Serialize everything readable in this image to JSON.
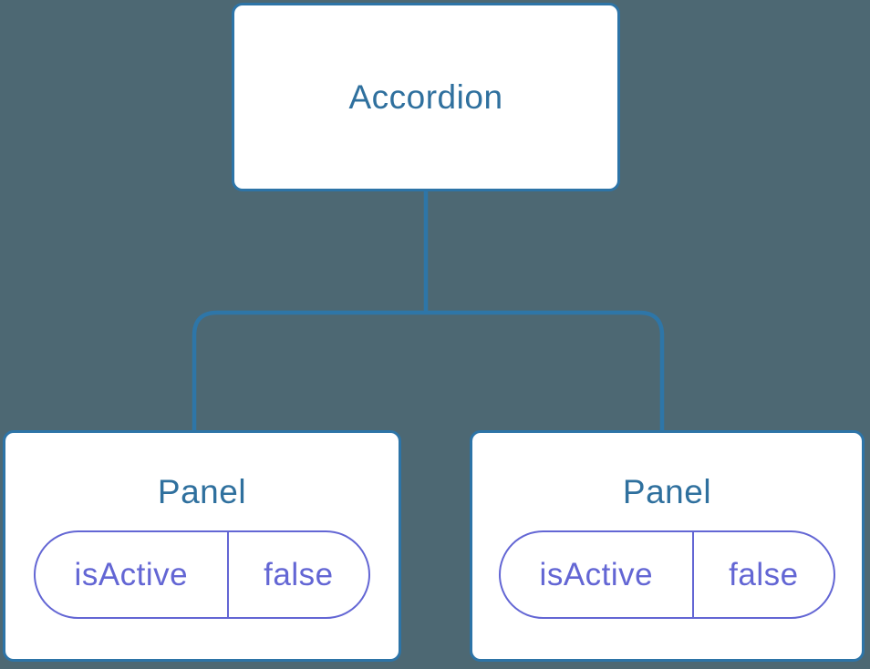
{
  "colors": {
    "background": "#4d6873",
    "connector": "#2e76a8",
    "node-fill": "#ffffff",
    "node-border": "#2d74a7",
    "node-text": "#2f709e",
    "state-accent": "#6366d4"
  },
  "tree": {
    "root": {
      "label": "Accordion"
    },
    "panels": [
      {
        "title": "Panel",
        "prop": {
          "name": "isActive",
          "value": "false"
        }
      },
      {
        "title": "Panel",
        "prop": {
          "name": "isActive",
          "value": "false"
        }
      }
    ]
  }
}
